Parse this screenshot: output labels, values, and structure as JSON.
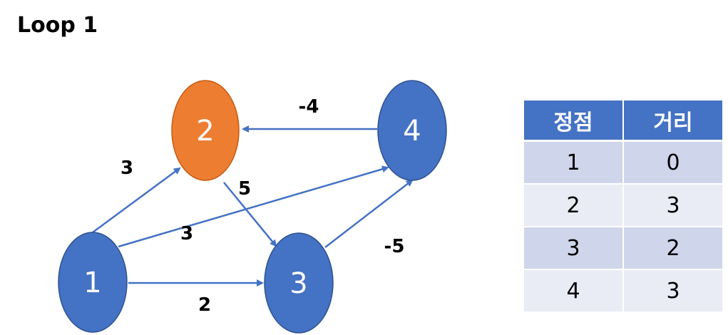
{
  "title": "Loop 1",
  "colors": {
    "node_default": "#4472C4",
    "node_highlight": "#ED7D31",
    "edge": "#4472C4",
    "table_header": "#4472C4",
    "table_row_dark": "#CFD5EA",
    "table_row_light": "#E9EBF5"
  },
  "graph": {
    "nodes": [
      {
        "id": "1",
        "label": "1",
        "highlighted": false
      },
      {
        "id": "2",
        "label": "2",
        "highlighted": true
      },
      {
        "id": "3",
        "label": "3",
        "highlighted": false
      },
      {
        "id": "4",
        "label": "4",
        "highlighted": false
      }
    ],
    "edges": [
      {
        "from": "1",
        "to": "2",
        "weight": "3"
      },
      {
        "from": "1",
        "to": "4",
        "weight": "3"
      },
      {
        "from": "1",
        "to": "3",
        "weight": "2"
      },
      {
        "from": "2",
        "to": "3",
        "weight": "5"
      },
      {
        "from": "3",
        "to": "4",
        "weight": "-5"
      },
      {
        "from": "4",
        "to": "2",
        "weight": "-4"
      }
    ]
  },
  "table": {
    "headers": [
      "정점",
      "거리"
    ],
    "rows": [
      [
        "1",
        "0"
      ],
      [
        "2",
        "3"
      ],
      [
        "3",
        "2"
      ],
      [
        "4",
        "3"
      ]
    ]
  }
}
